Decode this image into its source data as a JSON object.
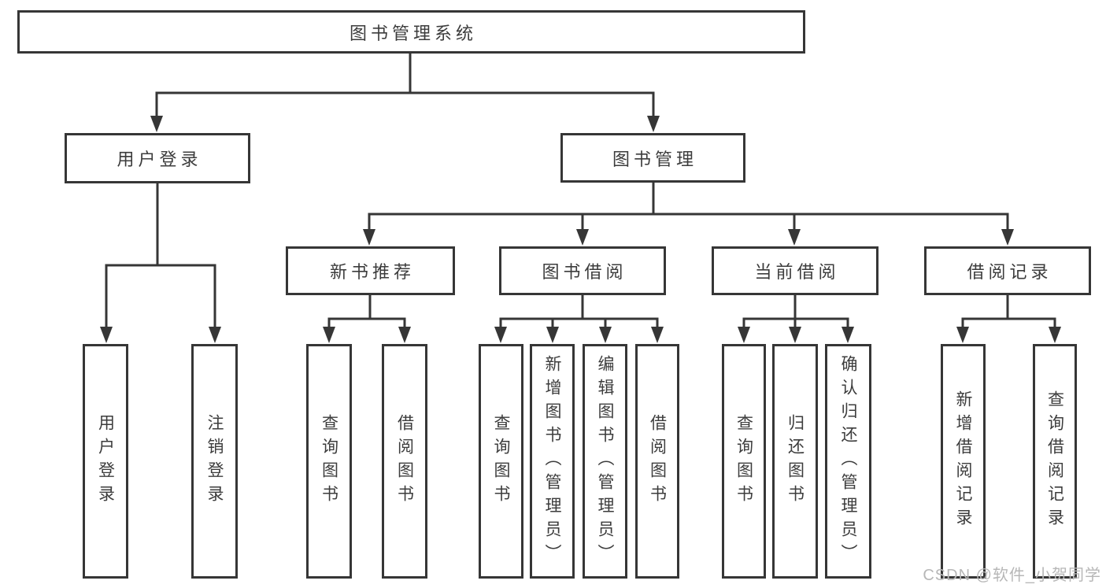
{
  "diagram": {
    "root": {
      "label": "图书管理系统"
    },
    "level2": [
      {
        "label": "用户登录"
      },
      {
        "label": "图书管理"
      }
    ],
    "level3": [
      {
        "label": "新书推荐"
      },
      {
        "label": "图书借阅"
      },
      {
        "label": "当前借阅"
      },
      {
        "label": "借阅记录"
      }
    ],
    "leaves": [
      {
        "label": "用户登录"
      },
      {
        "label": "注销登录"
      },
      {
        "label": "查询图书"
      },
      {
        "label": "借阅图书"
      },
      {
        "label": "查询图书"
      },
      {
        "label": "新增图书（管理员）"
      },
      {
        "label": "编辑图书（管理员）"
      },
      {
        "label": "借阅图书"
      },
      {
        "label": "查询图书"
      },
      {
        "label": "归还图书"
      },
      {
        "label": "确认归还（管理员）"
      },
      {
        "label": "新增借阅记录"
      },
      {
        "label": "查询借阅记录"
      }
    ]
  },
  "watermark": {
    "text": "CSDN @软件_小贺同学"
  },
  "colors": {
    "line": "#363636",
    "text": "#3c3c3c",
    "watermark": "#b7b7b7",
    "background": "#ffffff"
  }
}
